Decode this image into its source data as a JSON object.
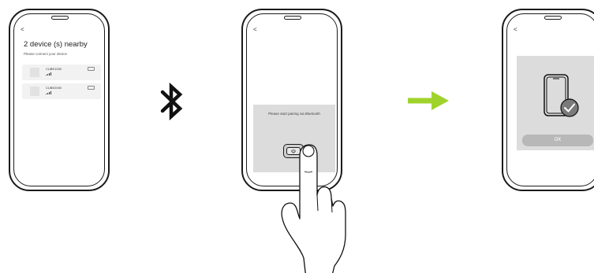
{
  "step1": {
    "back_symbol": "<",
    "title": "2 device (s) nearby",
    "subtitle": "Please connect your device",
    "devices": [
      {
        "name": "CUBE1000",
        "signal_icon": "signal-bars-icon",
        "chip": "add"
      },
      {
        "name": "CUBE2000",
        "signal_icon": "signal-bars-icon",
        "chip": "add"
      }
    ]
  },
  "bluetooth": {
    "icon": "bluetooth-icon"
  },
  "step2": {
    "back_symbol": "<",
    "pair_text": "Please start pairing via Bluetooth",
    "button_icon": "power-button-icon",
    "hand_icon": "pointing-hand-icon"
  },
  "arrow": {
    "icon": "arrow-right-icon",
    "color": "#9fd32c"
  },
  "step3": {
    "back_symbol": "<",
    "device_icon": "phone-check-icon",
    "ok_label": "OK"
  }
}
